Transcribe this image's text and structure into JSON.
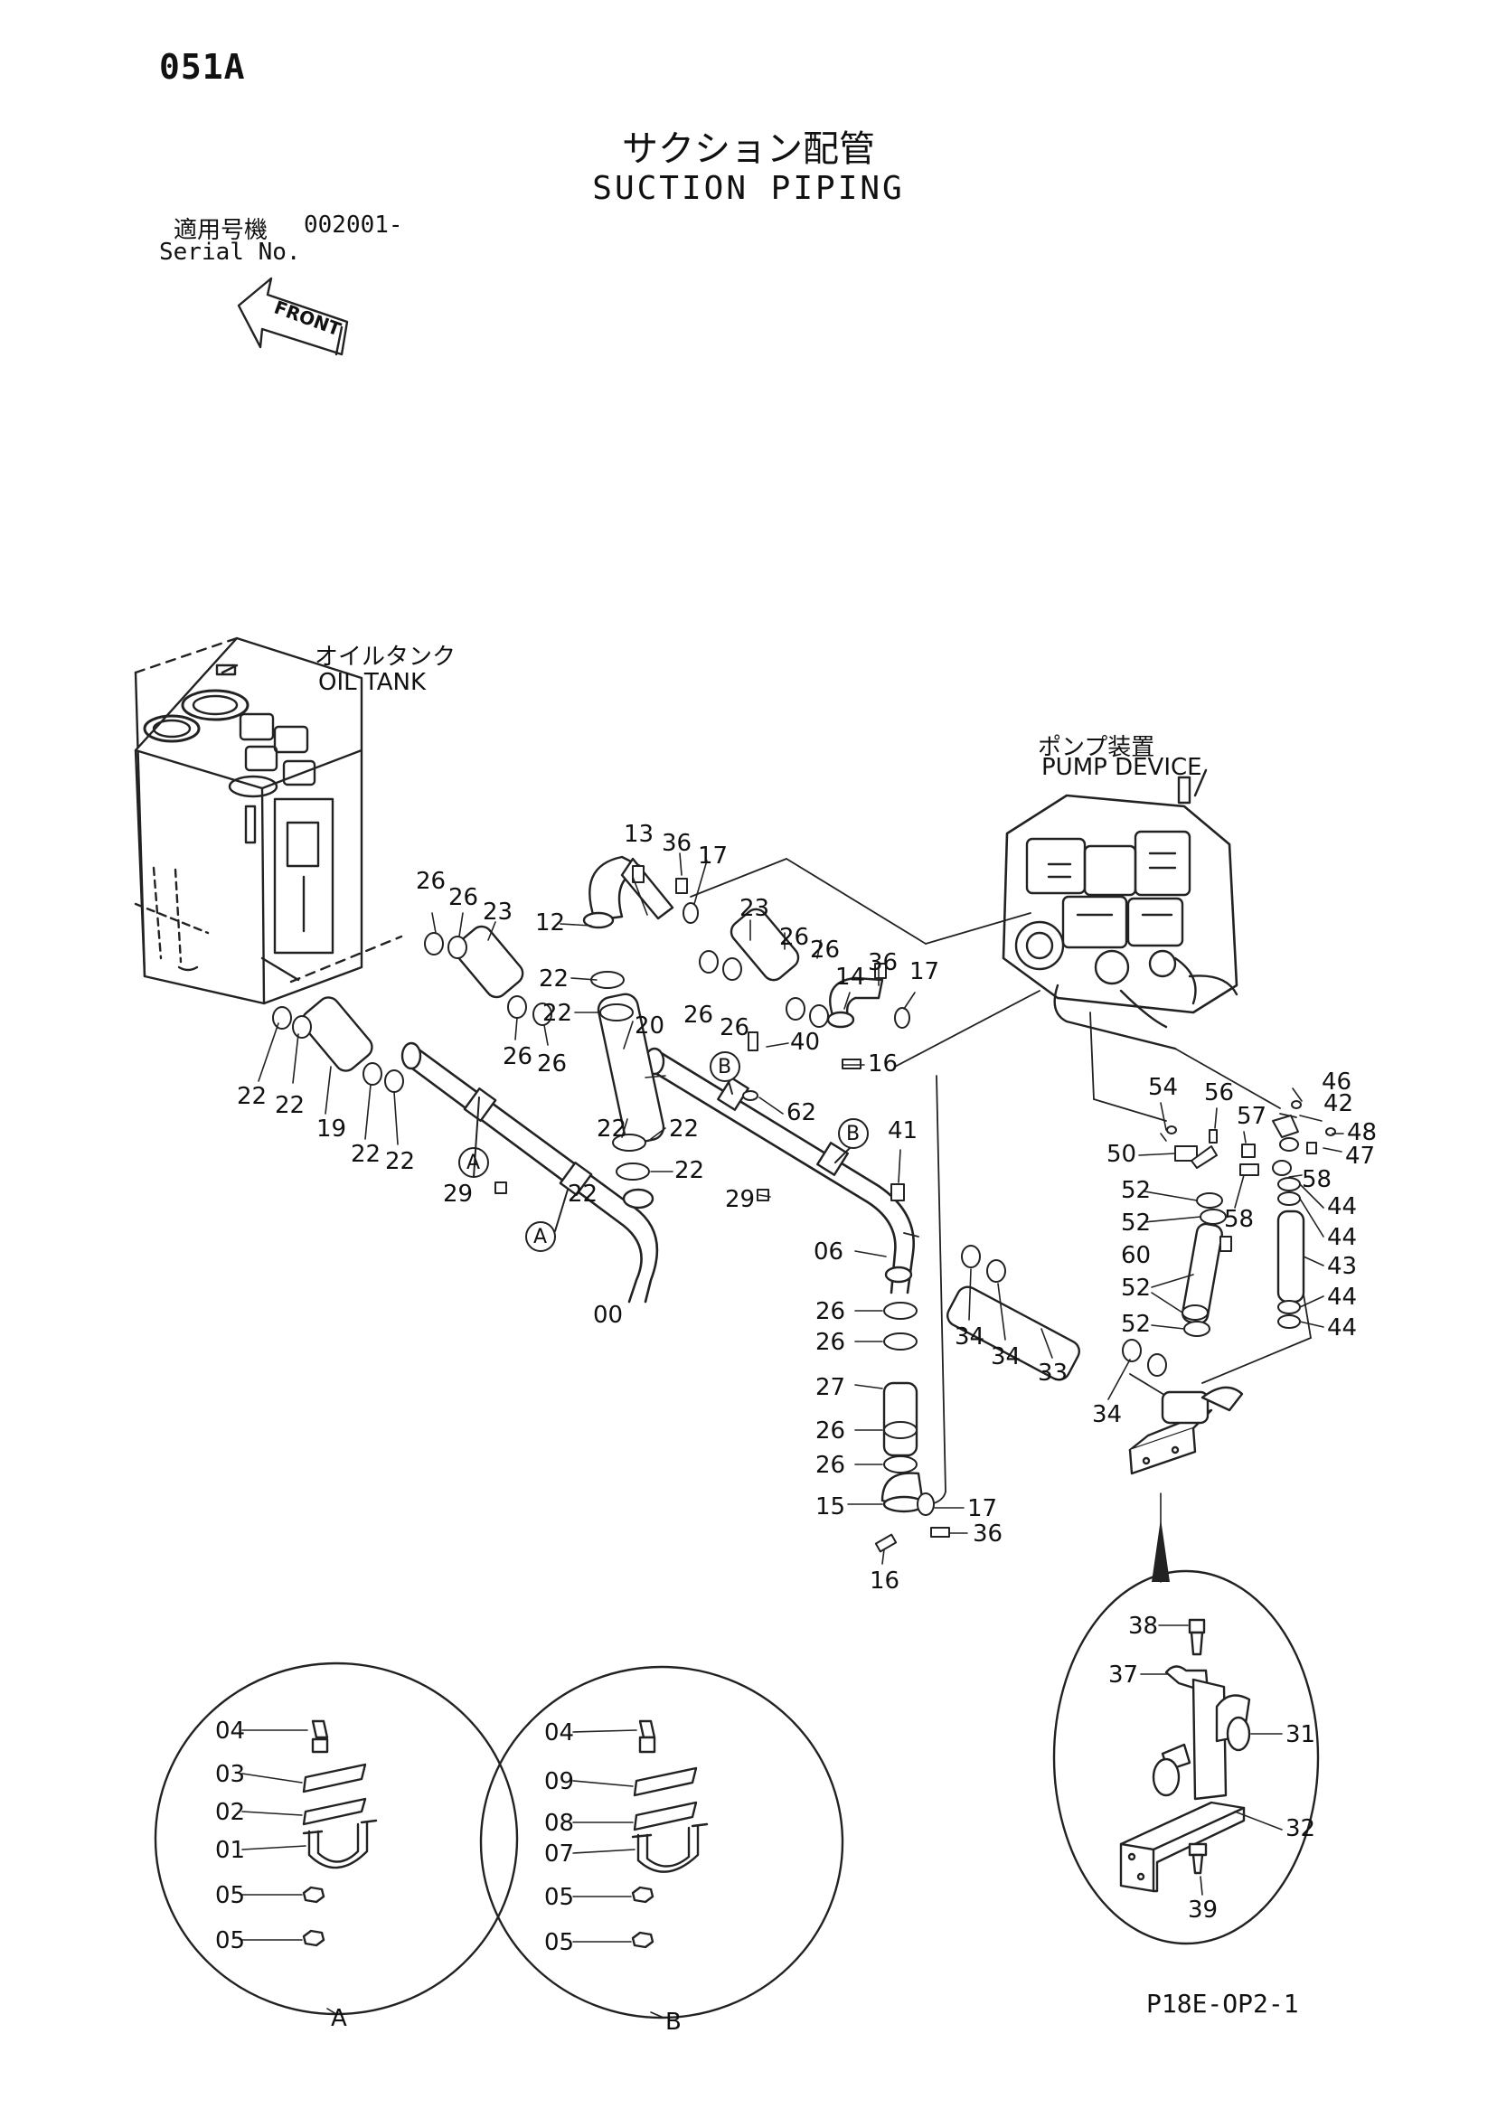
{
  "page_code": "051A",
  "title_jp": "サクション配管",
  "title_en": "SUCTION PIPING",
  "serial": {
    "label_jp": "適用号機",
    "label_en": "Serial No.",
    "value": "002001-"
  },
  "front_label": "FRONT",
  "oil_tank": {
    "jp": "オイルタンク",
    "en": "OIL TANK"
  },
  "pump_device": {
    "jp": "ポンプ装置",
    "en": "PUMP DEVICE"
  },
  "callout_A": "A",
  "callout_B": "B",
  "doc_code": "P18E-OP2-1",
  "part_labels": [
    "26",
    "26",
    "23",
    "22",
    "22",
    "22",
    "22",
    "19",
    "22",
    "22",
    "26",
    "26",
    "22",
    "22",
    "20",
    "22",
    "22",
    "29",
    "00",
    "13",
    "36",
    "17",
    "12",
    "23",
    "26",
    "26",
    "26",
    "26",
    "14",
    "36",
    "17",
    "40",
    "16",
    "62",
    "41",
    "29",
    "06",
    "26",
    "26",
    "27",
    "26",
    "26",
    "15",
    "17",
    "36",
    "16",
    "34",
    "34",
    "33",
    "34",
    "54",
    "56",
    "57",
    "46",
    "42",
    "48",
    "47",
    "50",
    "58",
    "58",
    "52",
    "52",
    "60",
    "52",
    "52",
    "44",
    "44",
    "43",
    "44",
    "44",
    "38",
    "37",
    "31",
    "32",
    "39",
    "04",
    "03",
    "02",
    "01",
    "05",
    "05",
    "04",
    "09",
    "08",
    "07",
    "05",
    "05"
  ]
}
